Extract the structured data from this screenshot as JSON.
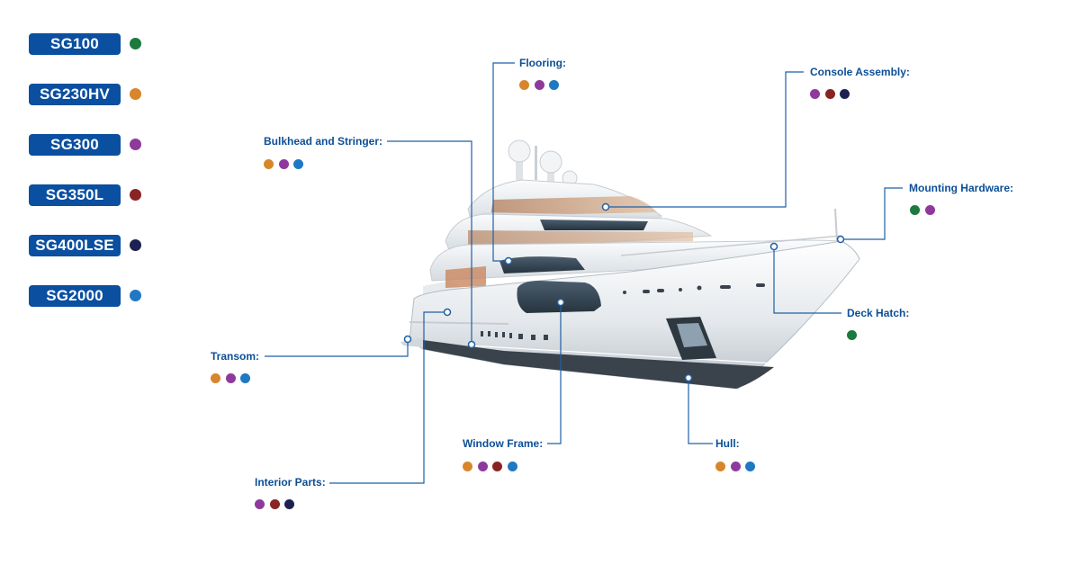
{
  "colors": {
    "SG100": "#1c7a3f",
    "SG230HV": "#d7862b",
    "SG300": "#8e3a9c",
    "SG350L": "#8a2424",
    "SG400LSE": "#1c2152",
    "SG2000": "#1f78c2",
    "pill": "#0a4fa0",
    "label": "#0d4f96",
    "leader": "#1f5fa8"
  },
  "legend": [
    {
      "name": "SG100",
      "color": "#1c7a3f"
    },
    {
      "name": "SG230HV",
      "color": "#d7862b"
    },
    {
      "name": "SG300",
      "color": "#8e3a9c"
    },
    {
      "name": "SG350L",
      "color": "#8a2424"
    },
    {
      "name": "SG400LSE",
      "color": "#1c2152"
    },
    {
      "name": "SG2000",
      "color": "#1f78c2"
    }
  ],
  "callouts": [
    {
      "key": "flooring",
      "label": "Flooring:",
      "products": [
        "SG230HV",
        "SG300",
        "SG2000"
      ]
    },
    {
      "key": "console-assembly",
      "label": "Console Assembly:",
      "products": [
        "SG300",
        "SG350L",
        "SG400LSE"
      ]
    },
    {
      "key": "bulkhead-and-stringer",
      "label": "Bulkhead and Stringer:",
      "products": [
        "SG230HV",
        "SG300",
        "SG2000"
      ]
    },
    {
      "key": "mounting-hardware",
      "label": "Mounting Hardware:",
      "products": [
        "SG100",
        "SG300"
      ]
    },
    {
      "key": "deck-hatch",
      "label": "Deck Hatch:",
      "products": [
        "SG100"
      ]
    },
    {
      "key": "transom",
      "label": "Transom:",
      "products": [
        "SG230HV",
        "SG300",
        "SG2000"
      ]
    },
    {
      "key": "window-frame",
      "label": "Window Frame:",
      "products": [
        "SG230HV",
        "SG300",
        "SG350L",
        "SG2000"
      ]
    },
    {
      "key": "hull",
      "label": "Hull:",
      "products": [
        "SG230HV",
        "SG300",
        "SG2000"
      ]
    },
    {
      "key": "interior-parts",
      "label": "Interior Parts:",
      "products": [
        "SG300",
        "SG350L",
        "SG400LSE"
      ]
    }
  ]
}
